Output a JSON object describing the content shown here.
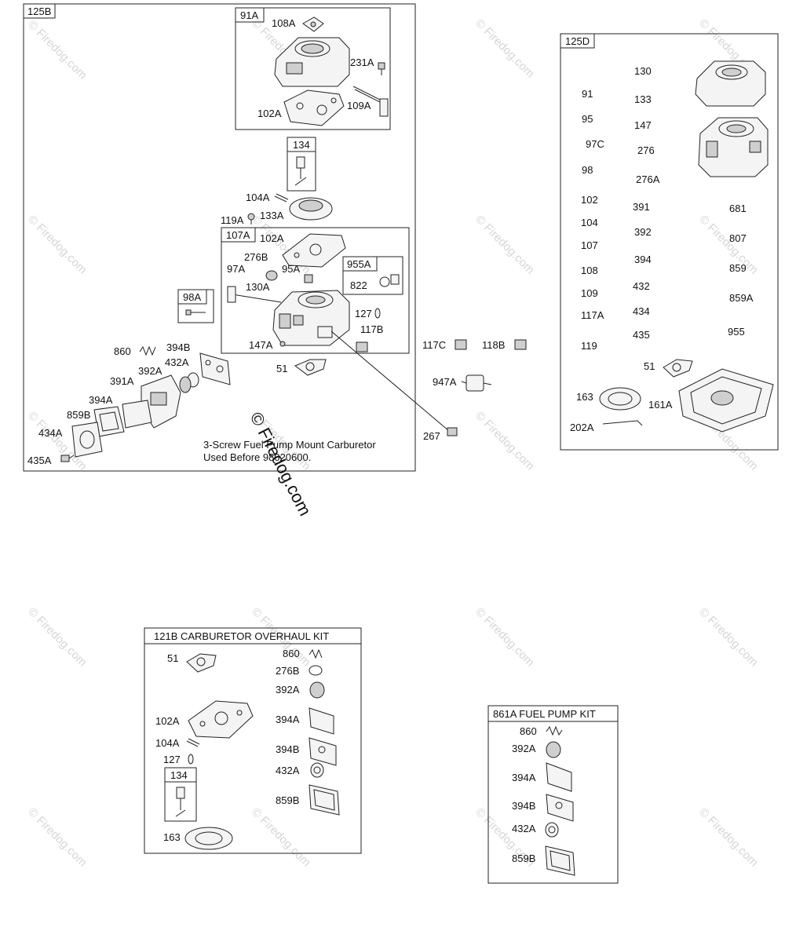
{
  "boxes": {
    "main": "125B",
    "sub_91a": "91A",
    "sub_134": "134",
    "sub_107a": "107A",
    "sub_955a": "955A",
    "sub_98a": "98A",
    "kit_125d": "125D",
    "kit_121b": "121B CARBURETOR OVERHAUL KIT",
    "kit_861a": "861A  FUEL PUMP KIT"
  },
  "main_labels": {
    "p108a": "108A",
    "p231a": "231A",
    "p102a_top": "102A",
    "p109a": "109A",
    "p104a": "104A",
    "p119a": "119A",
    "p133a": "133A",
    "p102a_mid": "102A",
    "p276b": "276B",
    "p97a": "97A",
    "p95a": "95A",
    "p130a": "130A",
    "p822": "822",
    "p127": "127",
    "p117b": "117B",
    "p147a": "147A",
    "p860": "860",
    "p394b": "394B",
    "p432a": "432A",
    "p392a": "392A",
    "p391a": "391A",
    "p394a": "394A",
    "p859b": "859B",
    "p434a": "434A",
    "p435a": "435A",
    "p51": "51",
    "note_line1": "3-Screw Fuel Pump Mount Carburetor",
    "note_line2": "Used Before 98020600."
  },
  "outside_labels": {
    "p117c": "117C",
    "p118b": "118B",
    "p947a": "947A",
    "p267": "267"
  },
  "kit_125d_labels": {
    "c1": [
      "91",
      "95",
      "97C",
      "98",
      "102",
      "104",
      "107",
      "108",
      "109",
      "117A",
      "119"
    ],
    "c2": [
      "130",
      "133",
      "147",
      "276",
      "276A",
      "391",
      "392",
      "394",
      "432",
      "434",
      "435"
    ],
    "c3": [
      "681",
      "807",
      "859",
      "859A",
      "955"
    ],
    "p51": "51",
    "p163": "163",
    "p161a": "161A",
    "p202a": "202A"
  },
  "kit_121b_labels": {
    "p51": "51",
    "p102a": "102A",
    "p104a": "104A",
    "p127": "127",
    "p134": "134",
    "p163": "163",
    "p860": "860",
    "p276b": "276B",
    "p392a": "392A",
    "p394a": "394A",
    "p394b": "394B",
    "p432a": "432A",
    "p859b": "859B"
  },
  "kit_861a_labels": {
    "p860": "860",
    "p392a": "392A",
    "p394a": "394A",
    "p394b": "394B",
    "p432a": "432A",
    "p859b": "859B"
  },
  "watermark": {
    "big": "© Firedog.com",
    "small": "© Firedog.com"
  }
}
